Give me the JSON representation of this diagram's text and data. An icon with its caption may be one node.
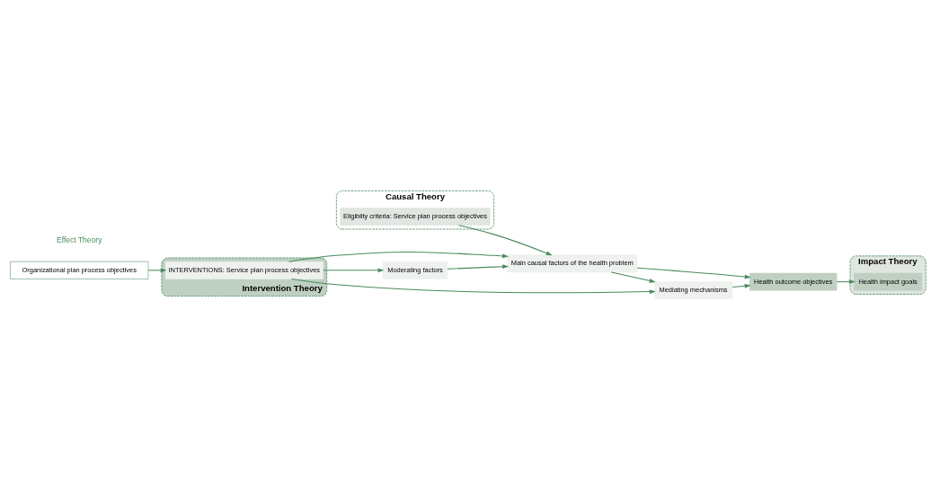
{
  "diagram": {
    "nodes": [
      {
        "text": [
          "Causal Theory"
        ]
      },
      {
        "text": [
          "Impact Theory"
        ]
      },
      {
        "text": [
          "Intervention Theory"
        ]
      },
      {
        "text": [
          "Eligibilty criteria: Service plan process objectives"
        ],
        "in": 0
      },
      {
        "text": [
          "Main causal factors of the health problem"
        ]
      },
      {
        "text": [
          "Mediating mechanisms"
        ]
      },
      {
        "text": [
          "Moderating factors"
        ]
      },
      {
        "text": [
          "INTERVENTIONS: Service plan process objectives"
        ],
        "in": 2
      },
      {
        "text": [
          "Health outcome objectives"
        ]
      },
      {
        "text": [
          "Health impact goals"
        ],
        "in": 1
      },
      {
        "text": [
          "Organizational plan process objectives"
        ]
      }
    ],
    "edges": [
      {
        "from": 3,
        "to": 4,
        "arrow": "to"
      },
      {
        "from": 4,
        "to": 8,
        "arrow": "to"
      },
      {
        "from": 4,
        "to": 5,
        "arrow": "to"
      },
      {
        "from": 5,
        "to": 8,
        "arrow": "to"
      },
      {
        "from": 8,
        "to": 9,
        "arrow": "to"
      },
      {
        "from": 6,
        "to": 4,
        "arrow": "to"
      },
      {
        "from": 7,
        "to": 6,
        "arrow": "to"
      },
      {
        "from": 7,
        "to": 4,
        "arrow": "to"
      },
      {
        "from": 7,
        "to": 5,
        "arrow": "to"
      },
      {
        "from": 10,
        "to": 7,
        "arrow": "to"
      }
    ],
    "labels": [
      "Effect Theory"
    ]
  }
}
